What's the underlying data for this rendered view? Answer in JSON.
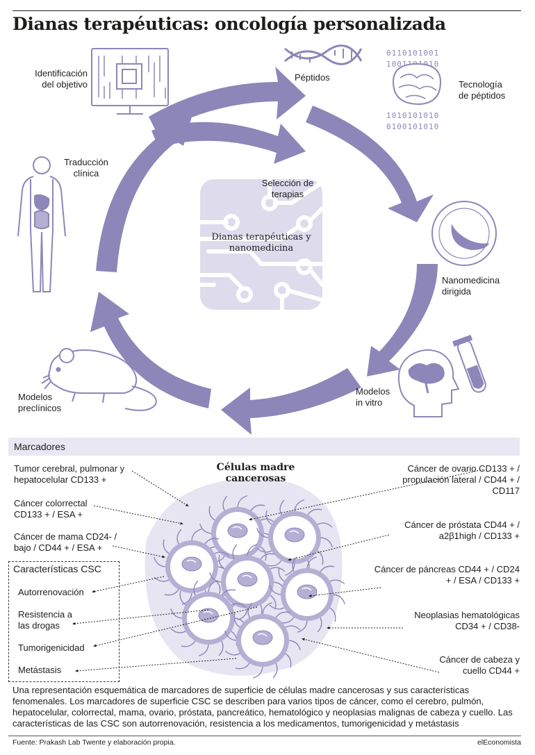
{
  "title": "Dianas terapéuticas: oncología personalizada",
  "cycle": {
    "center": "Dianas terapéuticas y nanomedicina",
    "seleccion": "Selección de terapias",
    "steps": [
      {
        "id": "identificacion",
        "label": "Identificación del objetivo"
      },
      {
        "id": "peptidos",
        "label": "Péptidos"
      },
      {
        "id": "tecnologia",
        "label": "Tecnología de péptidos"
      },
      {
        "id": "nanomedicina",
        "label": "Nanomedicina dirigida"
      },
      {
        "id": "invitro",
        "label": "Modelos in vitro"
      },
      {
        "id": "preclinicos",
        "label": "Modelos preclínicos"
      },
      {
        "id": "traduccion",
        "label": "Traducción clínica"
      }
    ],
    "binary_rows": [
      "0110101001",
      "1001101010",
      "1010101010",
      "0100101010"
    ]
  },
  "markers_header": "Marcadores",
  "cells_title": "Células madre cancerosas",
  "markers_left": [
    "Tumor cerebral, pulmonar y hepatocelular CD133 +",
    "Cáncer colorrectal CD133 + / ESA +",
    "Cáncer de mama CD24- / bajo / CD44 + / ESA +"
  ],
  "markers_right": [
    "Cáncer de ovario CD133 + / propulación lateral / CD44 + / CD117",
    "Cáncer de próstata CD44 + / a2β1high / CD133 +",
    "Cáncer de páncreas CD44 + / CD24 + / ESA / CD133 +",
    "Neoplasias hematológicas CD34 + / CD38-",
    "Cáncer de cabeza y cuello CD44 +"
  ],
  "csc": {
    "title": "Características CSC",
    "items": [
      "Autorrenovación",
      "Resistencia a las drogas",
      "Tumorigenicidad",
      "Metástasis"
    ]
  },
  "description": "Una representación esquemática de marcadores de superficie de células madre cancerosas y sus características fenomenales. Los marcadores de superficie CSC se describen para varios tipos de cáncer, como el cerebro, pulmón, hepatocelular, colorrectal, mama, ovario, próstata, pancreático, hematológico y neoplasias malignas de cabeza y cuello. Las características de las CSC son autorrenovación, resistencia a los medicamentos, tumorigenicidad y metástasis",
  "source": "Fuente: Prakash Lab Twente y elaboración propia.",
  "brand": "elEconomista",
  "colors": {
    "accent": "#8d86b9",
    "light": "#e7e5f1",
    "mid": "#b4afd3",
    "dark": "#1d1d1b"
  }
}
